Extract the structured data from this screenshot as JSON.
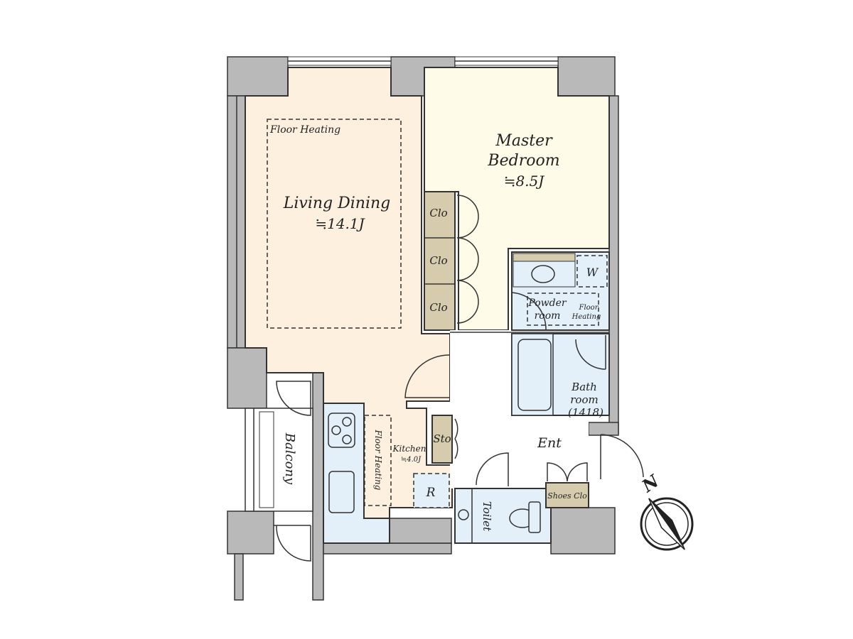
{
  "rooms": {
    "living": {
      "floor_heating": "Floor Heating",
      "name": "Living Dining",
      "size": "≒14.1J"
    },
    "bedroom": {
      "name_line1": "Master",
      "name_line2": "Bedroom",
      "size": "≒8.5J"
    },
    "closets": [
      "Clo",
      "Clo",
      "Clo"
    ],
    "powder": {
      "line1": "Powder",
      "line2": "room",
      "floor_heating_1": "Floor",
      "floor_heating_2": "Heating",
      "washer": "W"
    },
    "bath": {
      "line1": "Bath",
      "line2": "room",
      "line3": "(1418)"
    },
    "kitchen": {
      "name": "Kitchen",
      "size": "≒4.0J",
      "floor_heating": "Floor Heating",
      "fridge": "R"
    },
    "storage": "Sto",
    "entrance": "Ent",
    "toilet": "Toilet",
    "shoes_closet": "Shoes Clo",
    "balcony": "Balcony"
  },
  "compass": {
    "north_label": "N"
  },
  "colors": {
    "living": "#fdf0df",
    "bedroom": "#fefbe8",
    "wet": "#e3f0f9",
    "closet": "#d6ccad",
    "wall": "#b9b9b9"
  }
}
